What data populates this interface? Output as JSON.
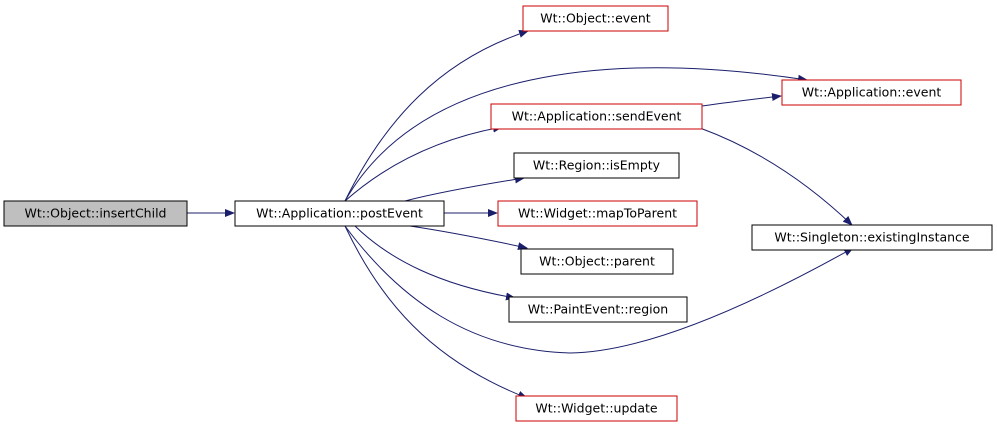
{
  "nodes": [
    {
      "id": "insertChild",
      "label": "Wt::Object::insertChild",
      "style": "root"
    },
    {
      "id": "postEvent",
      "label": "Wt::Application::postEvent",
      "style": "normal"
    },
    {
      "id": "objectEvent",
      "label": "Wt::Object::event",
      "style": "linked"
    },
    {
      "id": "appEvent",
      "label": "Wt::Application::event",
      "style": "linked"
    },
    {
      "id": "sendEvent",
      "label": "Wt::Application::sendEvent",
      "style": "linked"
    },
    {
      "id": "isEmpty",
      "label": "Wt::Region::isEmpty",
      "style": "normal"
    },
    {
      "id": "mapToParent",
      "label": "Wt::Widget::mapToParent",
      "style": "linked"
    },
    {
      "id": "parent",
      "label": "Wt::Object::parent",
      "style": "normal"
    },
    {
      "id": "region",
      "label": "Wt::PaintEvent::region",
      "style": "normal"
    },
    {
      "id": "update",
      "label": "Wt::Widget::update",
      "style": "linked"
    },
    {
      "id": "existingInstance",
      "label": "Wt::Singleton::existingInstance",
      "style": "normal"
    }
  ],
  "edges": [
    {
      "from": "insertChild",
      "to": "postEvent"
    },
    {
      "from": "postEvent",
      "to": "objectEvent"
    },
    {
      "from": "postEvent",
      "to": "appEvent"
    },
    {
      "from": "postEvent",
      "to": "sendEvent"
    },
    {
      "from": "postEvent",
      "to": "isEmpty"
    },
    {
      "from": "postEvent",
      "to": "mapToParent"
    },
    {
      "from": "postEvent",
      "to": "parent"
    },
    {
      "from": "postEvent",
      "to": "region"
    },
    {
      "from": "postEvent",
      "to": "update"
    },
    {
      "from": "postEvent",
      "to": "existingInstance"
    },
    {
      "from": "sendEvent",
      "to": "appEvent"
    },
    {
      "from": "sendEvent",
      "to": "existingInstance"
    }
  ],
  "colors": {
    "root_fill": "#bfbfbf",
    "node_fill": "#ffffff",
    "node_border": "#000000",
    "linked_border": "#cc0000",
    "edge": "#1b1f6b"
  }
}
